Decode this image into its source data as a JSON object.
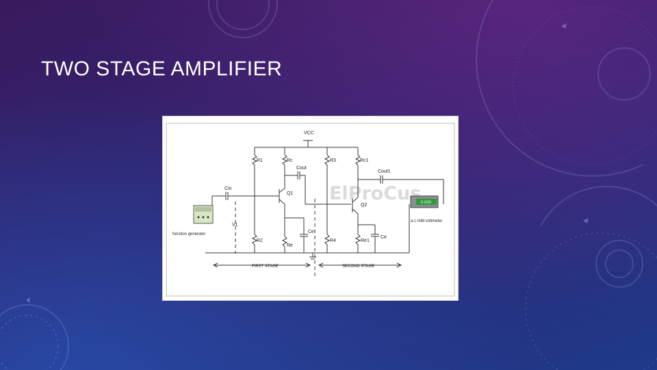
{
  "slide": {
    "title": "TWO STAGE AMPLIFIER"
  },
  "circuit": {
    "vcc": "VCC",
    "r1": "R1",
    "rc": "Rc",
    "cout": "Cout",
    "cin": "Cin",
    "q1": "Q1",
    "v1": "V1",
    "r2": "R2",
    "re": "Re",
    "ce_first": "Ce",
    "r3": "R3",
    "rc1": "Rc1",
    "cout1": "Cout1",
    "q2": "Q2",
    "r4": "R4",
    "re1": "Re1",
    "ce_second": "Ce",
    "function_generator": "function generator",
    "meter_reading": "0.000",
    "meter_label": "a.c milli voltmeter",
    "first_stage": "FIRST STAGE",
    "second_stage": "SECOND STAGE",
    "watermark": "ElProCus"
  },
  "colors": {
    "bg_top": "#3a1a5e",
    "bg_bottom": "#1f3a8a",
    "title": "#ffffff",
    "meter_display": "#2f9a3a"
  }
}
